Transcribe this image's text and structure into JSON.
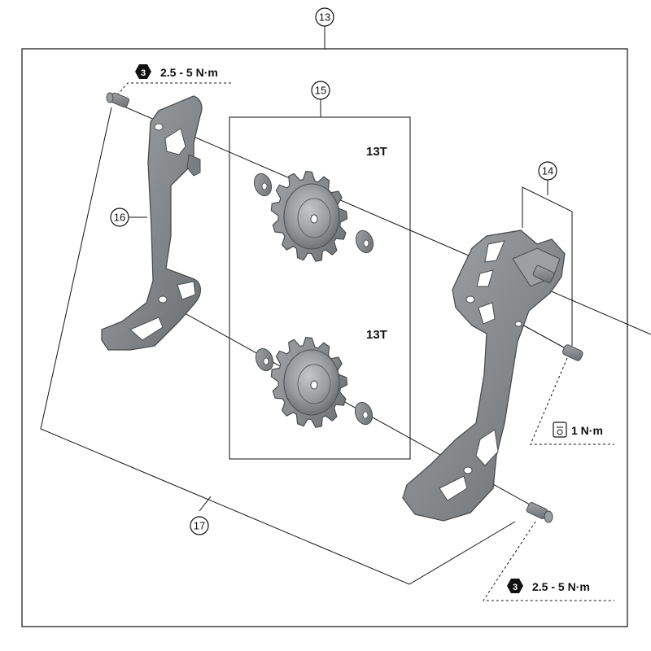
{
  "callouts": {
    "c13": "13",
    "c14": "14",
    "c15": "15",
    "c16": "16",
    "c17": "17"
  },
  "pulleys": {
    "upper_teeth": "13T",
    "lower_teeth": "13T"
  },
  "torque": {
    "top_left": {
      "icon_number": "3",
      "value": "2.5 - 5 N·m"
    },
    "bottom_right": {
      "icon_number": "3",
      "value": "2.5 - 5 N·m"
    },
    "pivot_pin": {
      "value": "1 N·m"
    }
  },
  "colors": {
    "part_fill": "#8a8d90",
    "part_edge": "#4a4d50",
    "line": "#111111"
  }
}
